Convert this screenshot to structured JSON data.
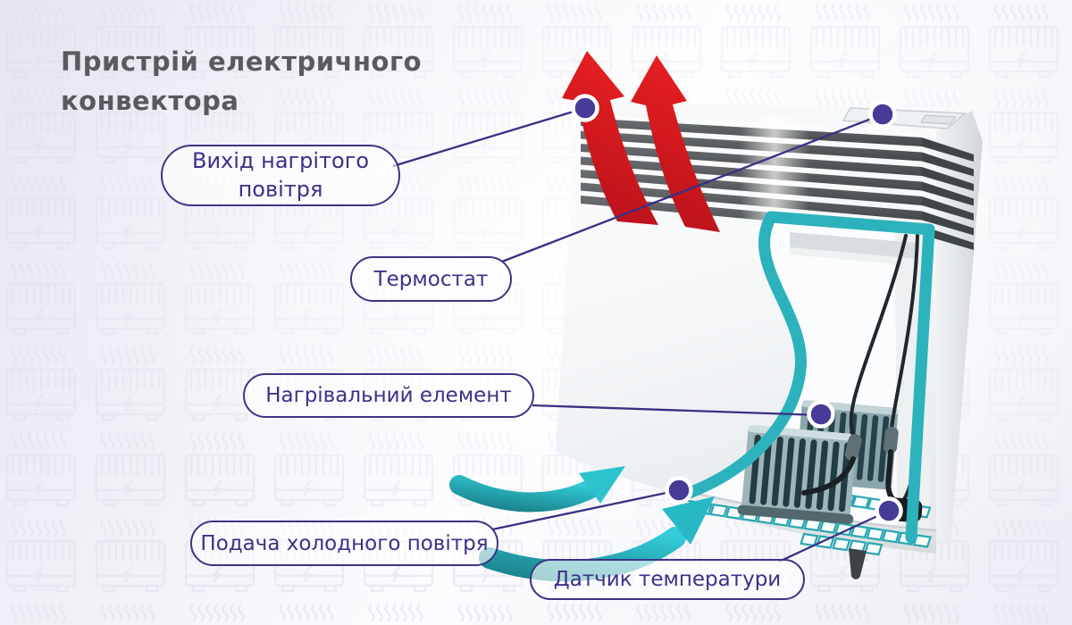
{
  "title": "Пристрій електричного конвектора",
  "callouts": {
    "heated_air_exit": "Вихід нагрітого повітря",
    "thermostat": "Термостат",
    "heating_element": "Нагрівальний елемент",
    "cold_air_supply": "Подача холодного повітря",
    "temperature_sensor": "Датчик температури"
  },
  "colors": {
    "accent_indigo": "#3d3486",
    "marker_dot": "#463b96",
    "hot_air_red": "#d9161d",
    "cold_air_teal": "#2cb2bd",
    "title_gray": "#5a5a5e",
    "pattern_lavender": "#e1deeb"
  }
}
